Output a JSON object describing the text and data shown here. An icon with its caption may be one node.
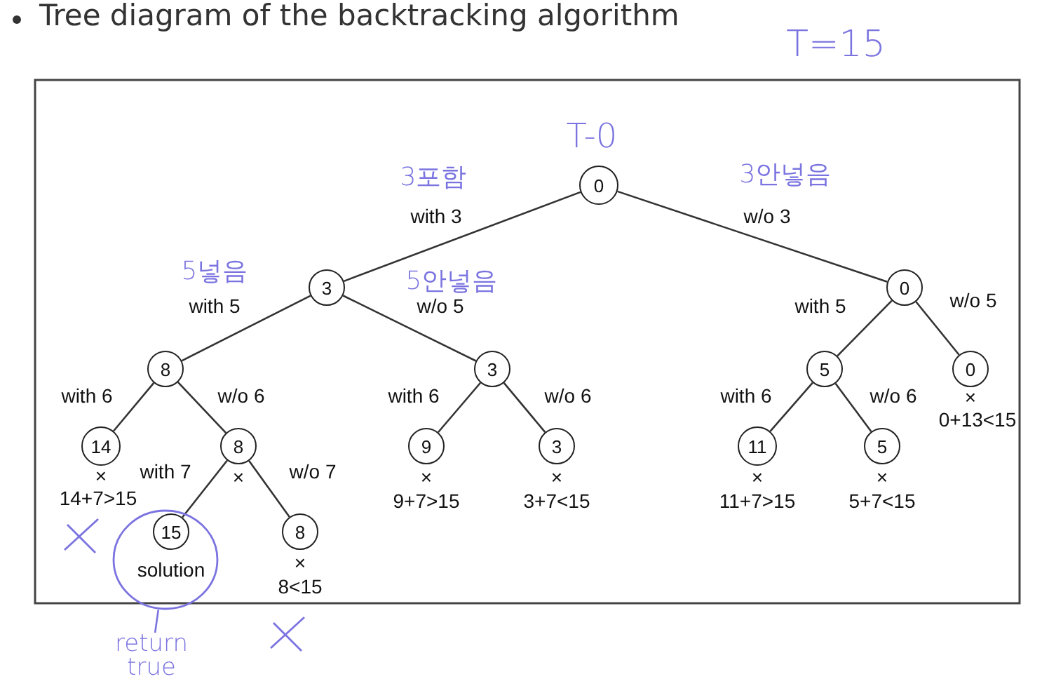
{
  "diagram": {
    "title": "Tree diagram of the backtracking algorithm",
    "nodes": [
      {
        "text": [
          "0"
        ],
        "beside": [
          "T-0"
        ]
      },
      {
        "text": [
          "3"
        ]
      },
      {
        "text": [
          "0"
        ]
      },
      {
        "text": [
          "8"
        ]
      },
      {
        "text": [
          "3"
        ]
      },
      {
        "text": [
          "5"
        ]
      },
      {
        "text": [
          "0"
        ],
        "beside": [
          "×",
          "0+13<15"
        ]
      },
      {
        "text": [
          "14"
        ],
        "beside": [
          "×",
          "14+7>15"
        ]
      },
      {
        "text": [
          "8"
        ],
        "beside": [
          "×"
        ]
      },
      {
        "text": [
          "9"
        ],
        "beside": [
          "×",
          "9+7>15"
        ]
      },
      {
        "text": [
          "3"
        ],
        "beside": [
          "×",
          "3+7<15"
        ]
      },
      {
        "text": [
          "11"
        ],
        "beside": [
          "×",
          "11+7>15"
        ]
      },
      {
        "text": [
          "5"
        ],
        "beside": [
          "×",
          "5+7<15"
        ]
      },
      {
        "text": [],
        "shape": "circle",
        "beside": [
          "solution"
        ]
      },
      {
        "text": [
          "15"
        ],
        "in": 13
      },
      {
        "text": [
          "8"
        ],
        "beside": [
          "×",
          "8<15"
        ]
      },
      {
        "text": [
          "return true"
        ]
      }
    ],
    "edges": [
      {
        "from": 0,
        "to": 1,
        "arrow": "none",
        "label": "with 3"
      },
      {
        "from": 0,
        "to": 2,
        "arrow": "none",
        "label": "w/o 3"
      },
      {
        "from": 1,
        "to": 3,
        "arrow": "none",
        "label": "with 5"
      },
      {
        "from": 1,
        "to": 4,
        "arrow": "none",
        "label": "w/o 5"
      },
      {
        "from": 2,
        "to": 5,
        "arrow": "none",
        "label": "with 5"
      },
      {
        "from": 2,
        "to": 6,
        "arrow": "none",
        "label": "w/o 5"
      },
      {
        "from": 3,
        "to": 7,
        "arrow": "none",
        "label": "with 6"
      },
      {
        "from": 3,
        "to": 8,
        "arrow": "none",
        "label": "w/o 6"
      },
      {
        "from": 4,
        "to": 9,
        "arrow": "none",
        "label": "with 6"
      },
      {
        "from": 4,
        "to": 10,
        "arrow": "none",
        "label": "w/o 6"
      },
      {
        "from": 5,
        "to": 11,
        "arrow": "none",
        "label": "with 6"
      },
      {
        "from": 5,
        "to": 12,
        "arrow": "none",
        "label": "w/o 6"
      },
      {
        "from": 8,
        "to": 14,
        "arrow": "none",
        "label": "with 7"
      },
      {
        "from": 8,
        "to": 15,
        "arrow": "none",
        "label": "w/o 7"
      },
      {
        "from": 16,
        "to": 13,
        "arrow": "none",
        "color": "#7b74e0"
      }
    ],
    "labels": [
      "T=15",
      "3포함",
      "3안넣음",
      "5넣음",
      "5안넣음"
    ]
  }
}
